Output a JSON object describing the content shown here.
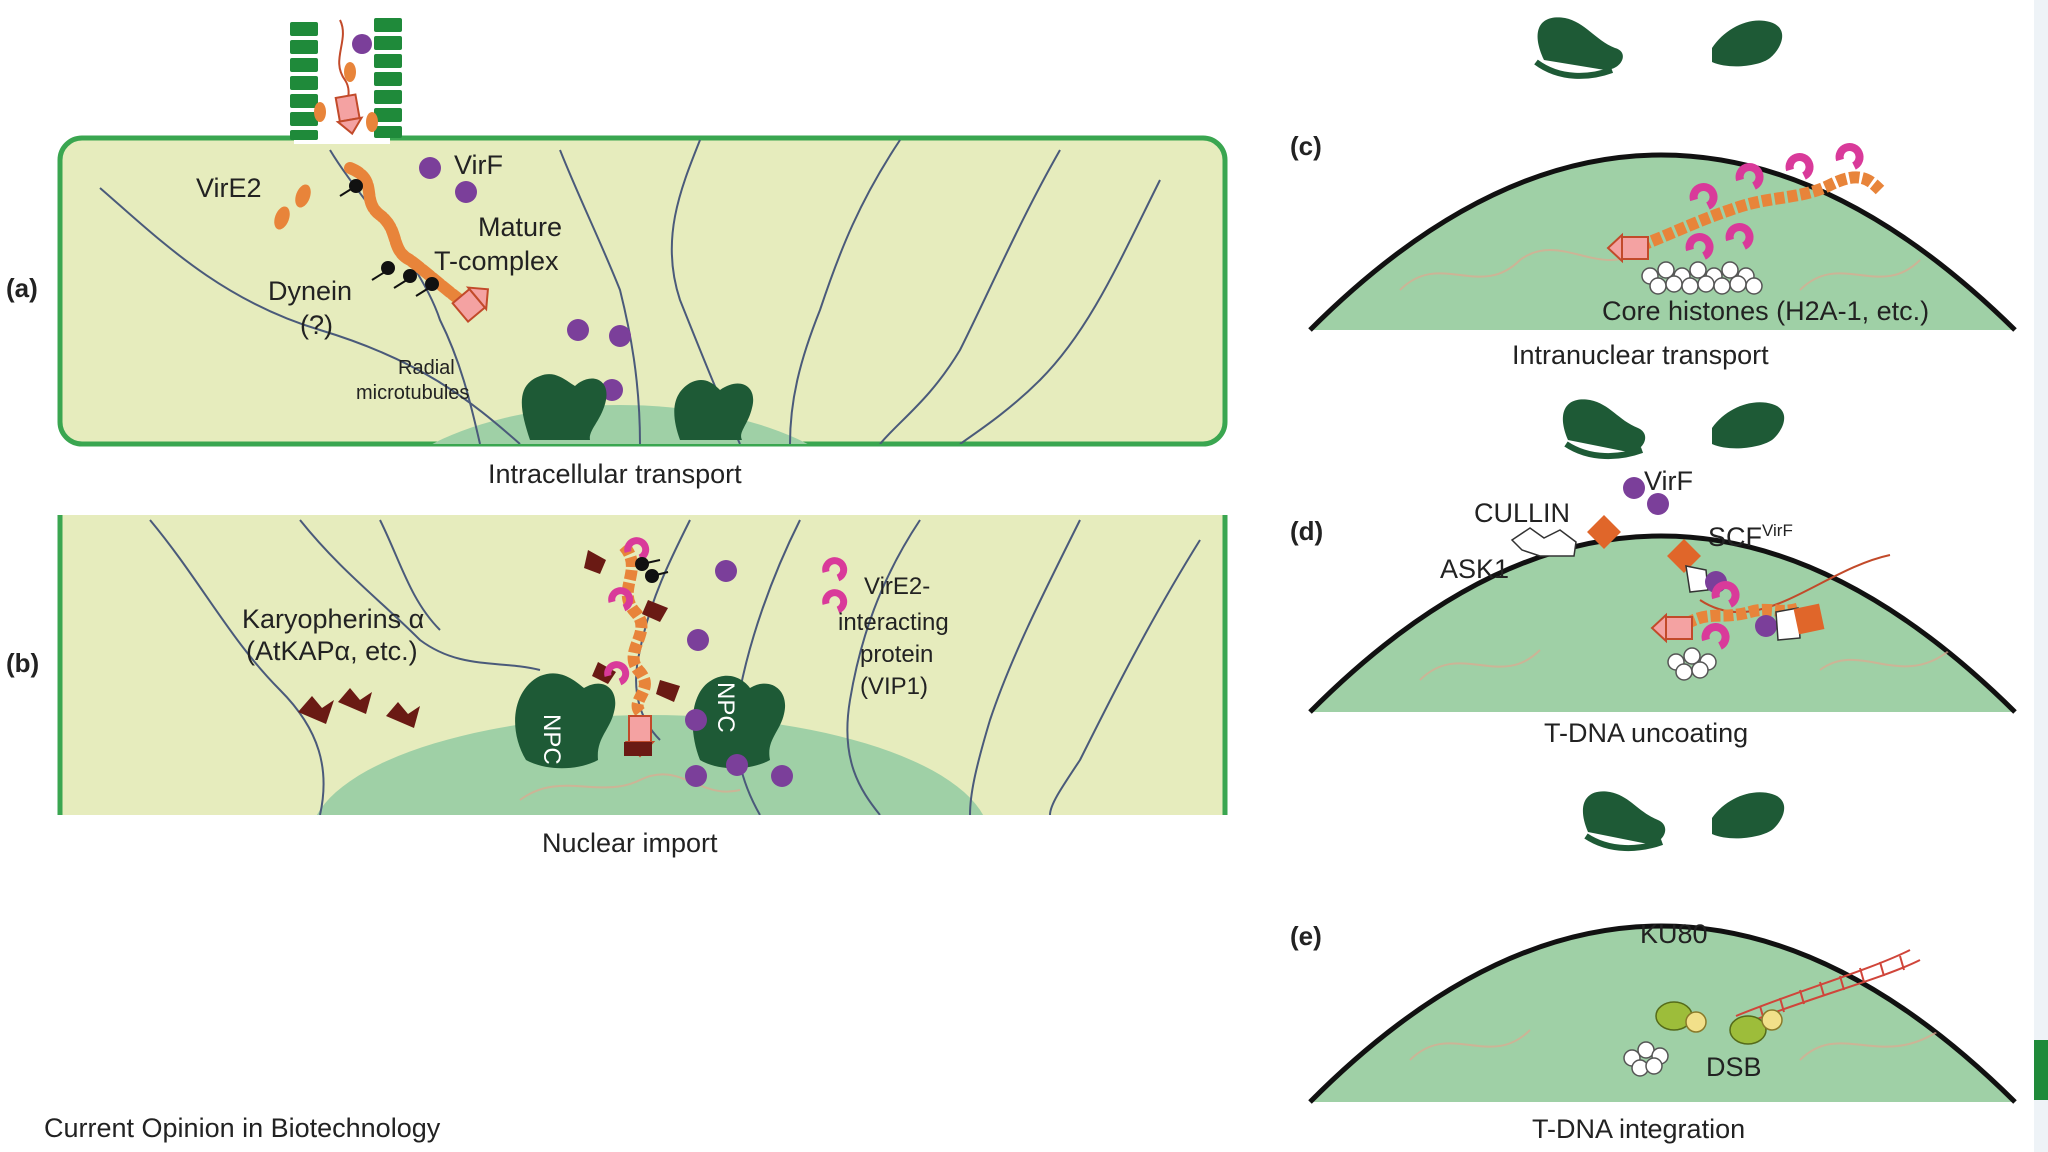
{
  "panels": {
    "a": {
      "letter": "(a)",
      "caption": "Intracellular transport",
      "labels": {
        "virf": "VirF",
        "vire2": "VirE2",
        "mature": "Mature",
        "tcomplex": "T-complex",
        "dynein": "Dynein",
        "dynein_q": "(?)",
        "radial": "Radial",
        "microtubules": "microtubules"
      }
    },
    "b": {
      "letter": "(b)",
      "caption": "Nuclear import",
      "labels": {
        "karyo1": "Karyopherins α",
        "karyo2": "(AtKAPα, etc.)",
        "npc": "NPC",
        "vip_1": "VirE2-",
        "vip_2": "interacting",
        "vip_3": "protein",
        "vip_4": "(VIP1)"
      }
    },
    "c": {
      "letter": "(c)",
      "caption": "Intranuclear transport",
      "labels": {
        "histones": "Core histones (H2A-1, etc.)"
      }
    },
    "d": {
      "letter": "(d)",
      "caption": "T-DNA uncoating",
      "labels": {
        "virf": "VirF",
        "cullin": "CULLIN",
        "ask1": "ASK1",
        "scf": "SCF",
        "scf_sup": "VirF"
      }
    },
    "e": {
      "letter": "(e)",
      "caption": "T-DNA integration",
      "labels": {
        "ku80": "KU80",
        "dsb": "DSB"
      }
    }
  },
  "footer": "Current Opinion in Biotechnology",
  "colors": {
    "cytoplasm": "#e6ecbd",
    "nucleus": "#9fd0a6",
    "nucleus_dark": "#8cc496",
    "membrane": "#3aa650",
    "npc": "#1e5a36",
    "vire2": "#e8843a",
    "virf": "#7b3f9a",
    "vip1": "#d93a9a",
    "karyopherin": "#6a1a14",
    "tdna_arrow": "#f4a2a2",
    "cullin_diamond": "#e0662a",
    "ku80": "#9dbd3a",
    "ku_small": "#f2e08a"
  }
}
